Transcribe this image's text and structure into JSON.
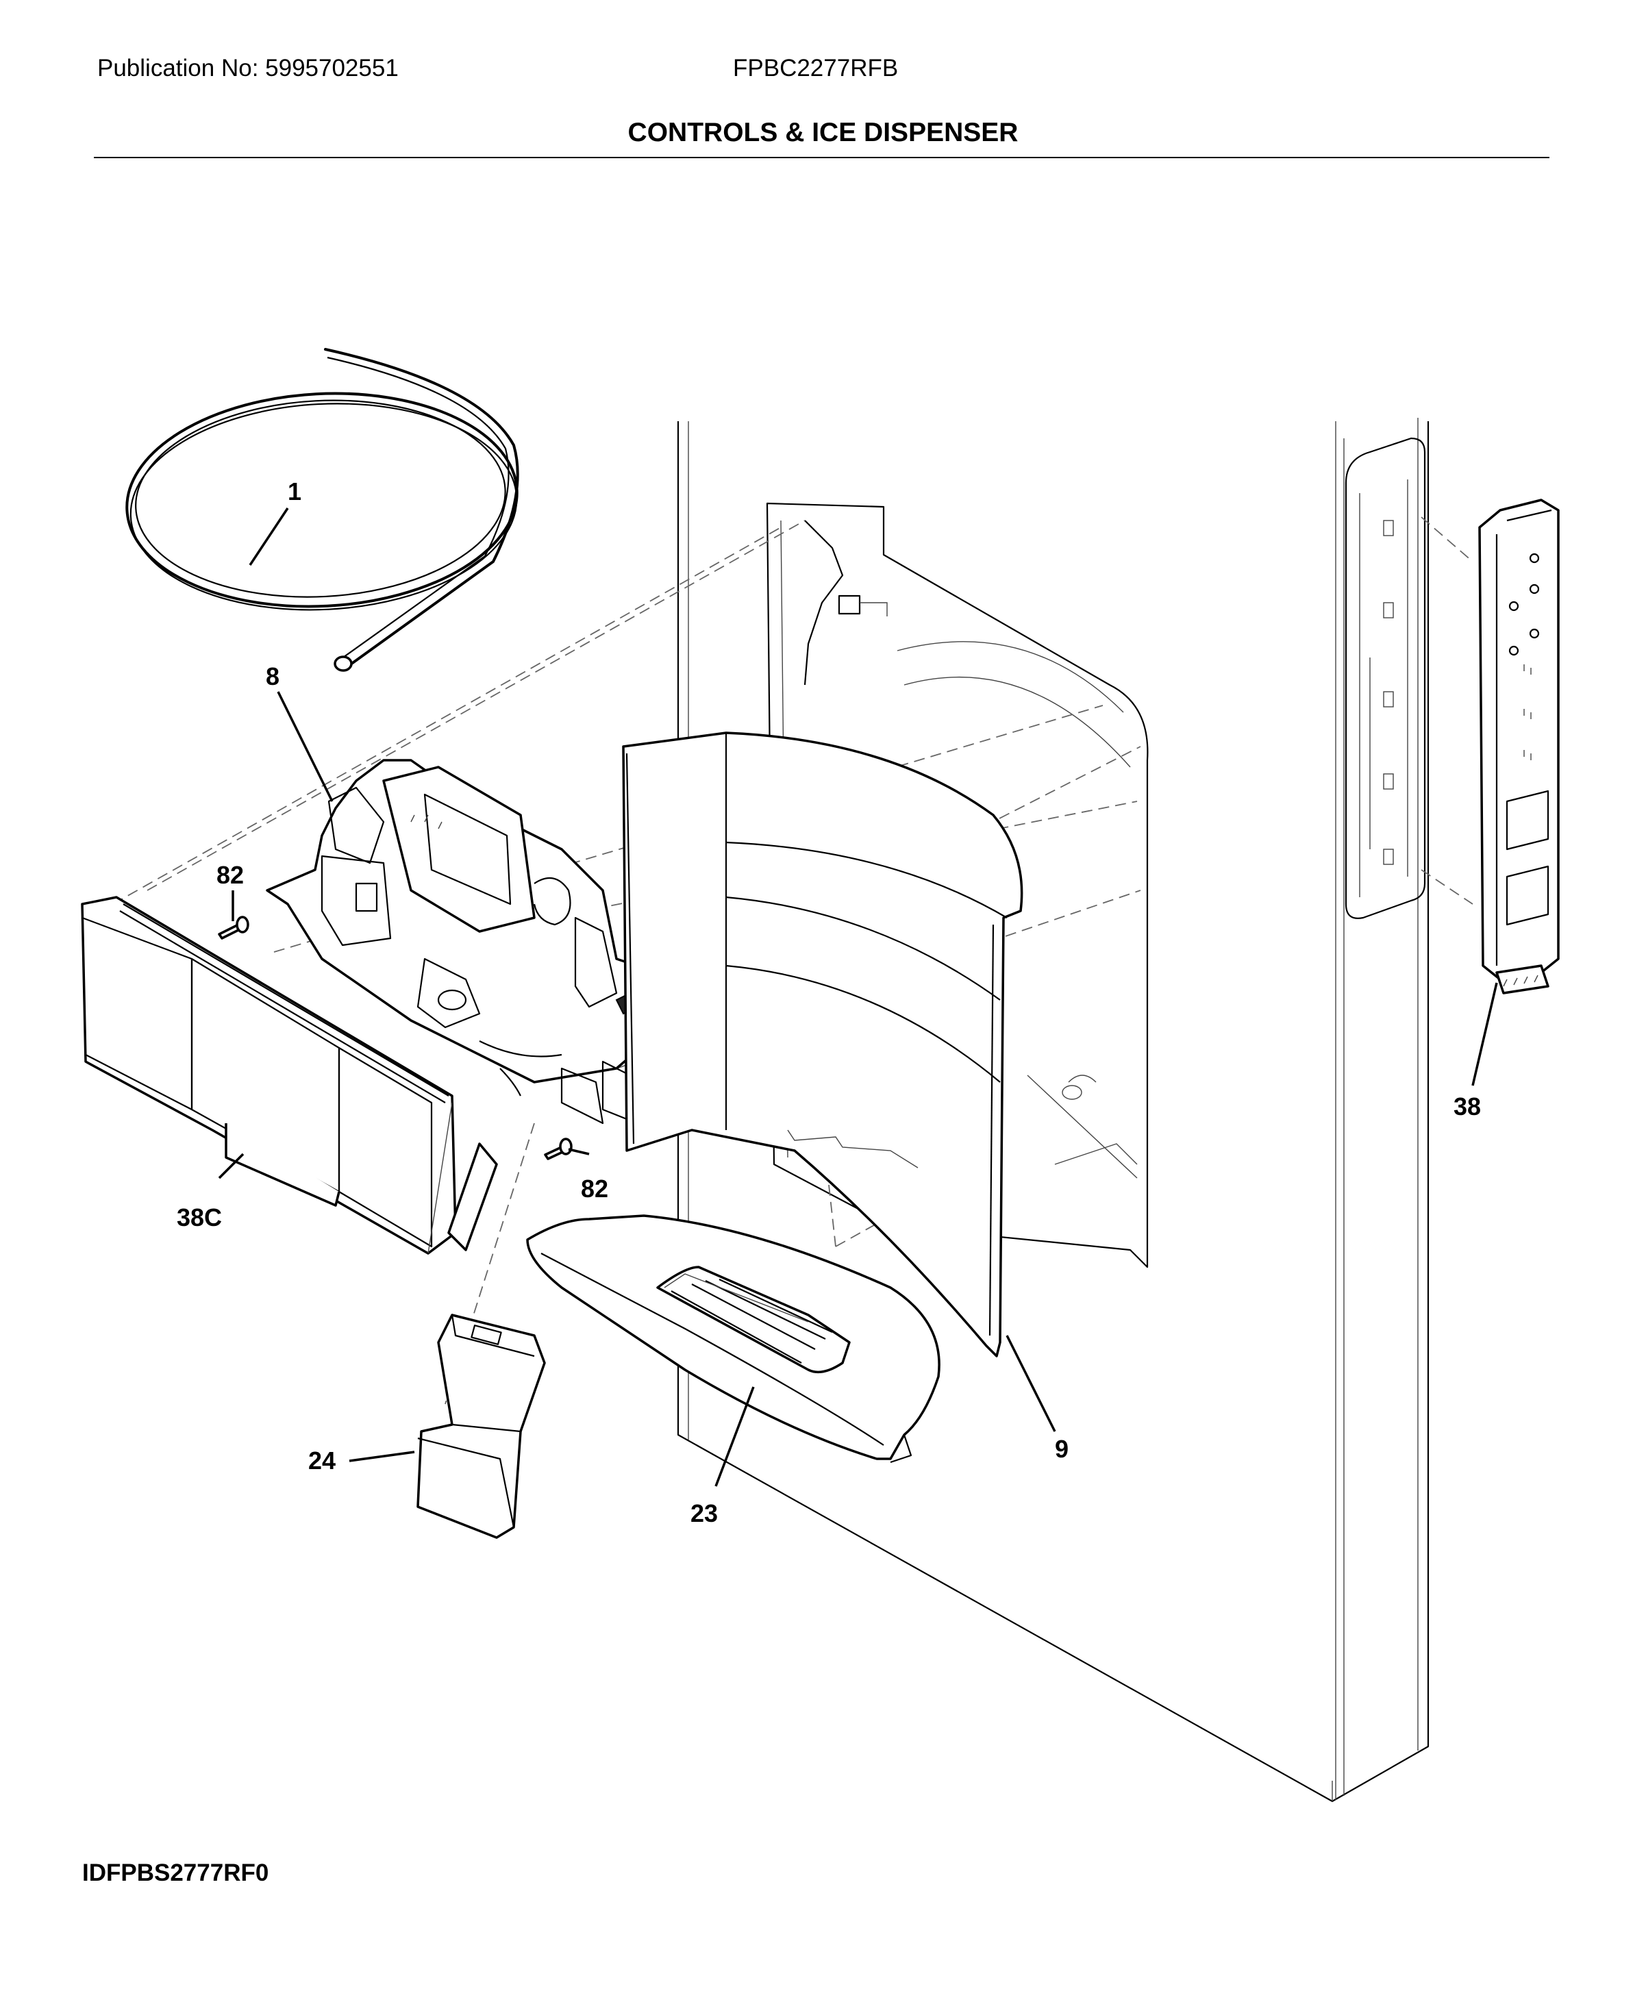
{
  "header": {
    "publication": "Publication No: 5995702551",
    "model": "FPBC2277RFB",
    "title": "CONTROLS & ICE DISPENSER"
  },
  "figure_id": "IDFPBS2777RF0",
  "callouts": {
    "c1": "1",
    "c8": "8",
    "c82a": "82",
    "c82b": "82",
    "c38c": "38C",
    "c24": "24",
    "c23": "23",
    "c9": "9",
    "c38": "38"
  }
}
